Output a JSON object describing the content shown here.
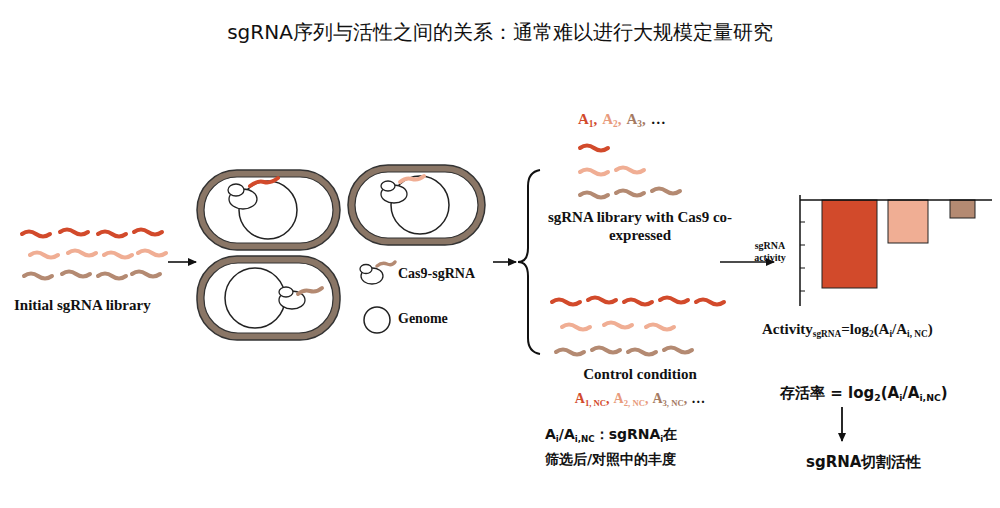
{
  "diagram": {
    "title": "sgRNA序列与活性之间的关系：通常难以进行大规模定量研究",
    "labels": [
      "Initial sgRNA library",
      "A",
      "1",
      ",",
      "A",
      "2",
      ",",
      "A",
      "3",
      ",",
      "…",
      "sgRNA library with Cas9 co-expressed",
      "Control condition",
      "A",
      "1, NC",
      ",",
      "A",
      "2, NC",
      ",",
      "A",
      "3, NC",
      ",",
      "…",
      "A",
      "i",
      "/A",
      "i,NC",
      "：sgRNA",
      "i",
      "在",
      "筛选后/对照中的丰度",
      "sgRNA activity",
      "Activity",
      "sgRNA",
      "=log",
      "2",
      "(A",
      "i",
      "/A",
      "i, NC",
      ")",
      "存活率 = log",
      "2",
      "(A",
      "i",
      "/A",
      "i,NC",
      ")",
      "sgRNA切割活性"
    ],
    "legend": [
      {
        "text": "Cas9-sgRNA"
      },
      {
        "text": "Genome"
      }
    ]
  }
}
